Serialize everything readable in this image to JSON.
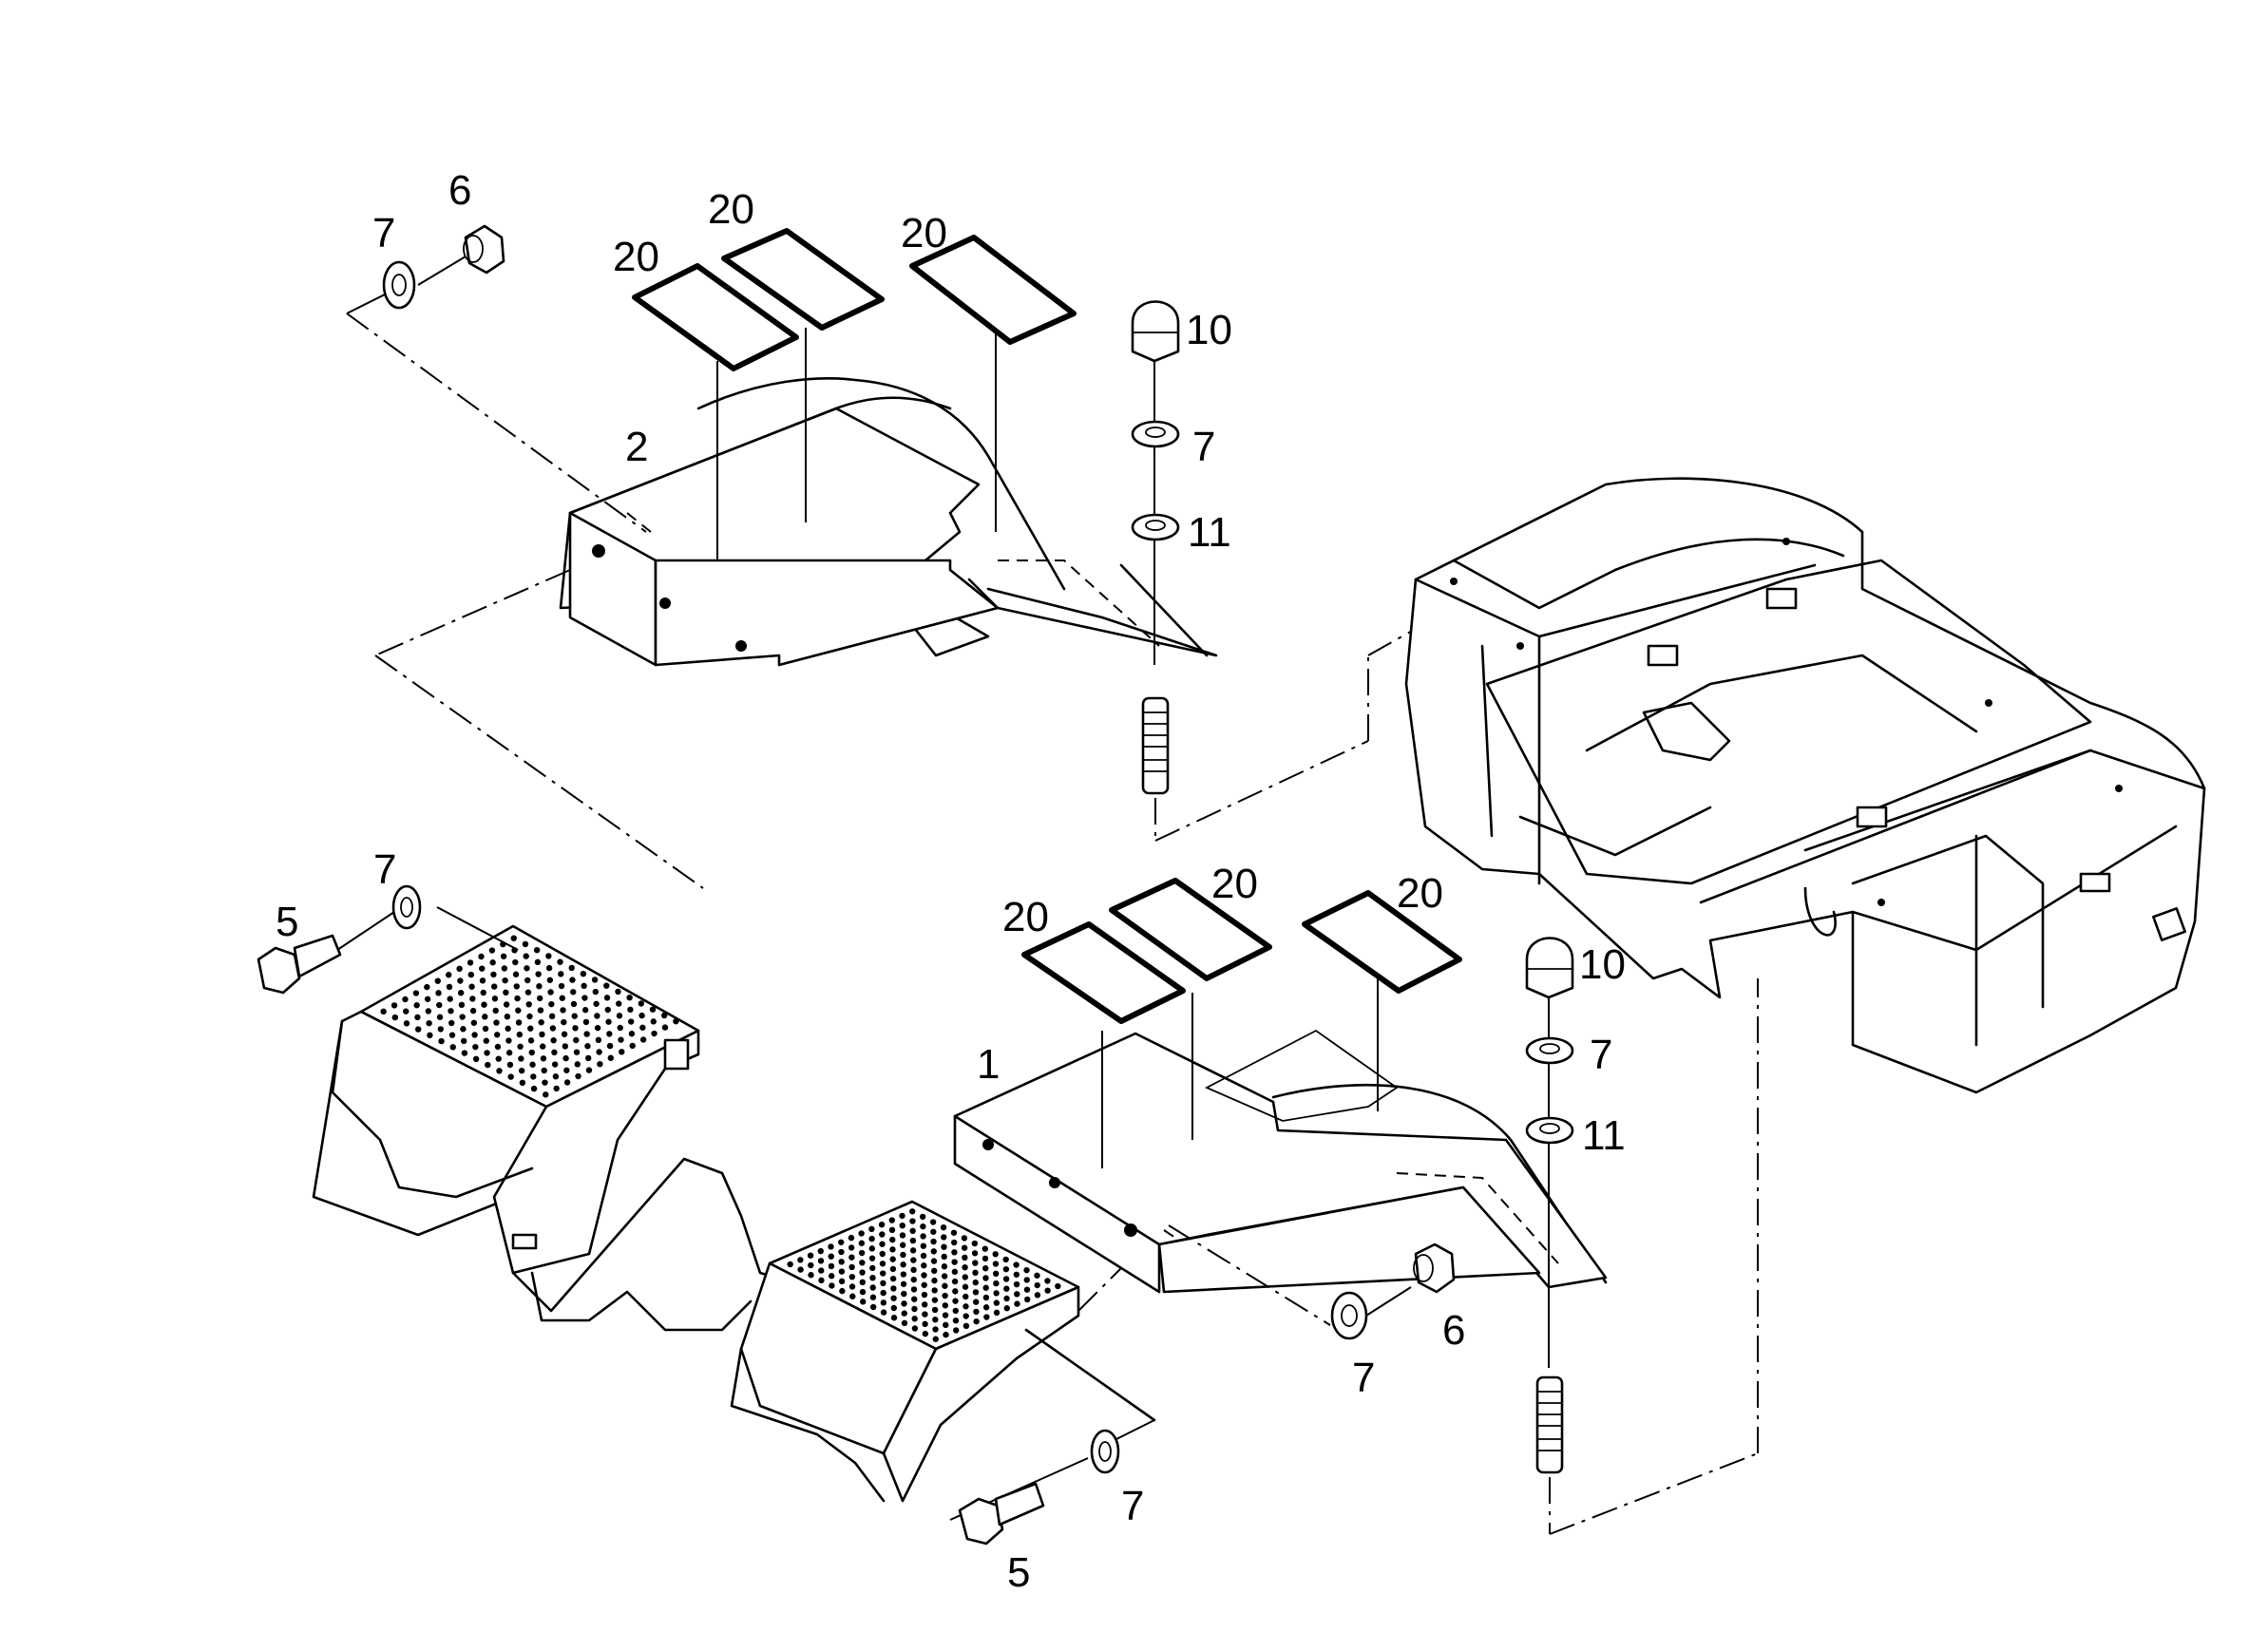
{
  "callouts": {
    "upper_nut_6": "6",
    "upper_washer_7": "7",
    "upper_decal_20_left": "20",
    "upper_decal_20_mid": "20",
    "upper_decal_20_right": "20",
    "upper_fender_2": "2",
    "upper_cap_nut_10": "10",
    "upper_washer_7b": "7",
    "upper_washer_11": "11",
    "left_bolt_5": "5",
    "left_washer_7": "7",
    "lower_decal_20_left": "20",
    "lower_decal_20_mid": "20",
    "lower_decal_20_right": "20",
    "lower_fender_1": "1",
    "lower_cap_nut_10": "10",
    "lower_washer_7": "7",
    "lower_washer_11": "11",
    "lower_washer_7c": "7",
    "lower_nut_6": "6",
    "bottom_bolt_5": "5",
    "bottom_washer_7": "7"
  },
  "icons": {
    "nut": "hex-nut-icon",
    "washer": "flat-washer-icon",
    "cap_nut": "acorn-cap-nut-icon",
    "bolt": "hex-bolt-icon",
    "stud": "threaded-stud-icon"
  }
}
